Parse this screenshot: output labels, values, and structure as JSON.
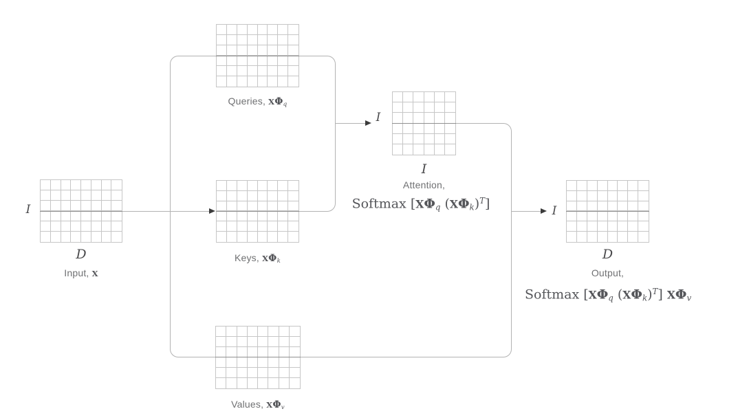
{
  "colors": {
    "background": "#ffffff",
    "grid_line": "#c6c6c6",
    "connector": "#b2b2b2",
    "connector_through": "#8f8f8f",
    "arrowhead": "#3b3b3b",
    "caption_text": "#6f7072",
    "math_text": "#55565a",
    "dim_label": "#4a4a4c"
  },
  "matrices": {
    "input": {
      "rows": 6,
      "cols": 8,
      "row_label": "I",
      "col_label": "D",
      "caption": [
        [
          "Input, ",
          "c"
        ],
        [
          "x",
          "x"
        ]
      ]
    },
    "queries": {
      "rows": 6,
      "cols": 8,
      "caption": [
        [
          "Queries, ",
          "c"
        ],
        [
          "x",
          "x"
        ],
        [
          "Φ",
          "phi"
        ],
        [
          "q",
          "sub"
        ]
      ]
    },
    "keys": {
      "rows": 6,
      "cols": 8,
      "caption": [
        [
          "Keys, ",
          "c"
        ],
        [
          "x",
          "x"
        ],
        [
          "Φ",
          "phi"
        ],
        [
          "k",
          "sub"
        ]
      ]
    },
    "values": {
      "rows": 6,
      "cols": 8,
      "caption": [
        [
          "Values, ",
          "c"
        ],
        [
          "x",
          "x"
        ],
        [
          "Φ",
          "phi"
        ],
        [
          "v",
          "sub"
        ]
      ]
    },
    "attention": {
      "rows": 6,
      "cols": 6,
      "row_label": "I",
      "col_label": "I",
      "caption": [
        [
          "Attention,",
          "c"
        ]
      ],
      "formula": [
        [
          "Softmax [",
          "f"
        ],
        [
          "x",
          "x"
        ],
        [
          "Φ",
          "phi"
        ],
        [
          "q",
          "sub"
        ],
        [
          " (",
          "f"
        ],
        [
          "x",
          "x"
        ],
        [
          "Φ",
          "phi"
        ],
        [
          "k",
          "sub"
        ],
        [
          ")",
          "f"
        ],
        [
          "T",
          "sup"
        ],
        [
          "]",
          "f"
        ]
      ]
    },
    "output": {
      "rows": 6,
      "cols": 8,
      "row_label": "I",
      "col_label": "D",
      "caption": [
        [
          "Output,",
          "c"
        ]
      ],
      "formula": [
        [
          "Softmax [",
          "f"
        ],
        [
          "x",
          "x"
        ],
        [
          "Φ",
          "phi"
        ],
        [
          "q",
          "sub"
        ],
        [
          " (",
          "f"
        ],
        [
          "x",
          "x"
        ],
        [
          "Φ",
          "phi"
        ],
        [
          "k",
          "sub"
        ],
        [
          ")",
          "f"
        ],
        [
          "T",
          "sup"
        ],
        [
          "] ",
          "f"
        ],
        [
          "x",
          "x"
        ],
        [
          "Φ",
          "phi"
        ],
        [
          "v",
          "sub"
        ]
      ]
    }
  }
}
